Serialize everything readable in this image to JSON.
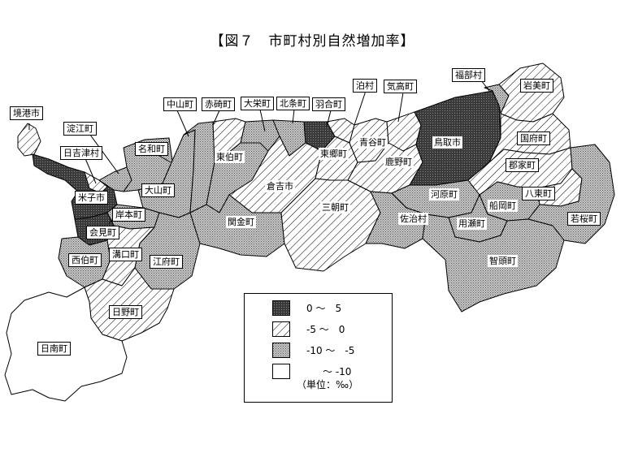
{
  "title": "【図７　市町村別自然増加率】",
  "legend": {
    "items": [
      {
        "range": "0 ～　5",
        "fill": "dark"
      },
      {
        "range": "-5 ～　0",
        "fill": "hatch"
      },
      {
        "range": "-10 ～　-5",
        "fill": "dots"
      },
      {
        "range": "～ -10",
        "fill": "white"
      }
    ],
    "unit": "（単位：‰）"
  },
  "colors": {
    "dark": "#3a3a3a",
    "hatch_line": "#000000",
    "dots": "#9a9a9a",
    "white": "#ffffff"
  },
  "municipalities": {
    "sakaiminato": "境港市",
    "yodoe": "淀江町",
    "hiezu": "日吉津村",
    "yonago": "米子市",
    "kishimoto": "岸本町",
    "aimi": "会見町",
    "saihaku": "西伯町",
    "mizoguchi": "溝口町",
    "kofu": "江府町",
    "hino": "日野町",
    "nichinan": "日南町",
    "nawa": "名和町",
    "daisen": "大山町",
    "nakayama": "中山町",
    "akasaki": "赤碕町",
    "tohaku": "東伯町",
    "daiei": "大栄町",
    "hojo": "北条町",
    "hawai": "羽合町",
    "tomari": "泊村",
    "kurayoshi": "倉吉市",
    "sekigane": "関金町",
    "togo": "東郷町",
    "misasa": "三朝町",
    "ketaka": "気高町",
    "aoya": "青谷町",
    "shikano": "鹿野町",
    "tottori": "鳥取市",
    "fukube": "福部村",
    "iwami": "岩美町",
    "kokufu": "国府町",
    "kawahara": "河原町",
    "saji": "佐治村",
    "kohge": "郡家町",
    "hatto": "八東町",
    "funaoka": "船岡町",
    "mochigase": "用瀬町",
    "wakasa": "若桜町",
    "chizu": "智頭町"
  }
}
